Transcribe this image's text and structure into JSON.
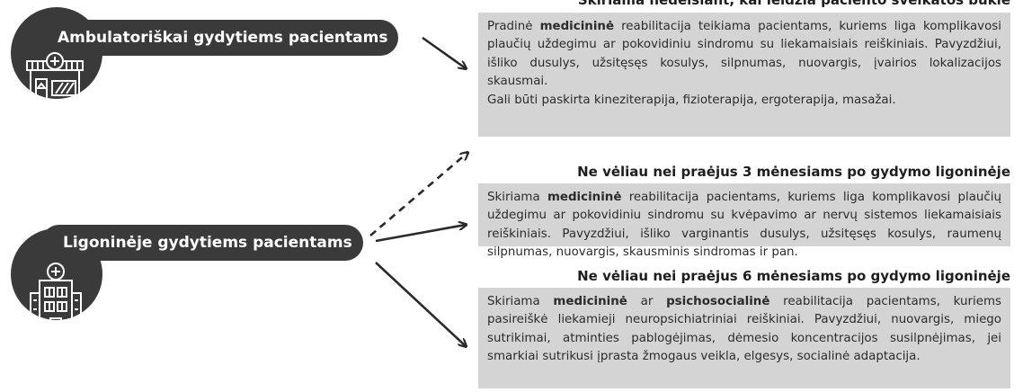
{
  "groups": [
    {
      "label": "Ambulatoriškai gydytiems pacientams",
      "icon": "pharmacy-icon"
    },
    {
      "label": "Ligoninėje gydytiems pacientams",
      "icon": "hospital-icon"
    }
  ],
  "sections": [
    {
      "header": "Skiriama nedelsiant, kai leidžia paciento sveikatos būklė",
      "text_pre": "Pradinė ",
      "bold1": "medicininė",
      "text_mid": "",
      "bold2": "",
      "text_post": " reabilitacija teikiama pacientams, kuriems liga komplikavosi plaučių uždegimu ar pokovidiniu sindromu su liekamaisiais reiškiniais. Pavyzdžiui, išliko dusulys, užsitęsęs kosulys, silpnumas, nuovargis, įvairios lokalizacijos skausmai.",
      "line2": "Gali būti paskirta kineziterapija, fizioterapija, ergoterapija, masažai."
    },
    {
      "header": "Ne vėliau nei praėjus 3 mėnesiams po gydymo ligoninėje",
      "text_pre": "Skiriama ",
      "bold1": "medicininė",
      "text_mid": "",
      "bold2": "",
      "text_post": " reabilitacija pacientams, kuriems liga komplikavosi plaučių uždegimu ar pokovidiniu sindromu su kvėpavimo ar nervų sistemos liekamaisiais reiškiniais. Pavyzdžiui, išliko varginantis dusulys, užsitęsęs kosulys, raumenų silpnumas, nuovargis, skausminis sindromas ir pan.",
      "line2": ""
    },
    {
      "header": "Ne vėliau nei praėjus 6 mėnesiams po gydymo ligoninėje",
      "text_pre": "Skiriama ",
      "bold1": "medicininė",
      "text_mid": " ar ",
      "bold2": "psichosocialinė",
      "text_post": " reabilitacija pacientams, kuriems pasireiškė liekamieji neuropsichiatriniai reiškiniai. Pavyzdžiui, nuovargis, miego sutrikimai, atminties pablogėjimas, dėmesio koncentracijos susilpnėjimas, jei smarkiai sutrikusi įprasta žmogaus veikla, elgesys, socialinė adaptacija.",
      "line2": ""
    }
  ],
  "colors": {
    "dark": "#3a3a3a",
    "box": "#d4d4d4",
    "text": "#2b2b2b"
  }
}
